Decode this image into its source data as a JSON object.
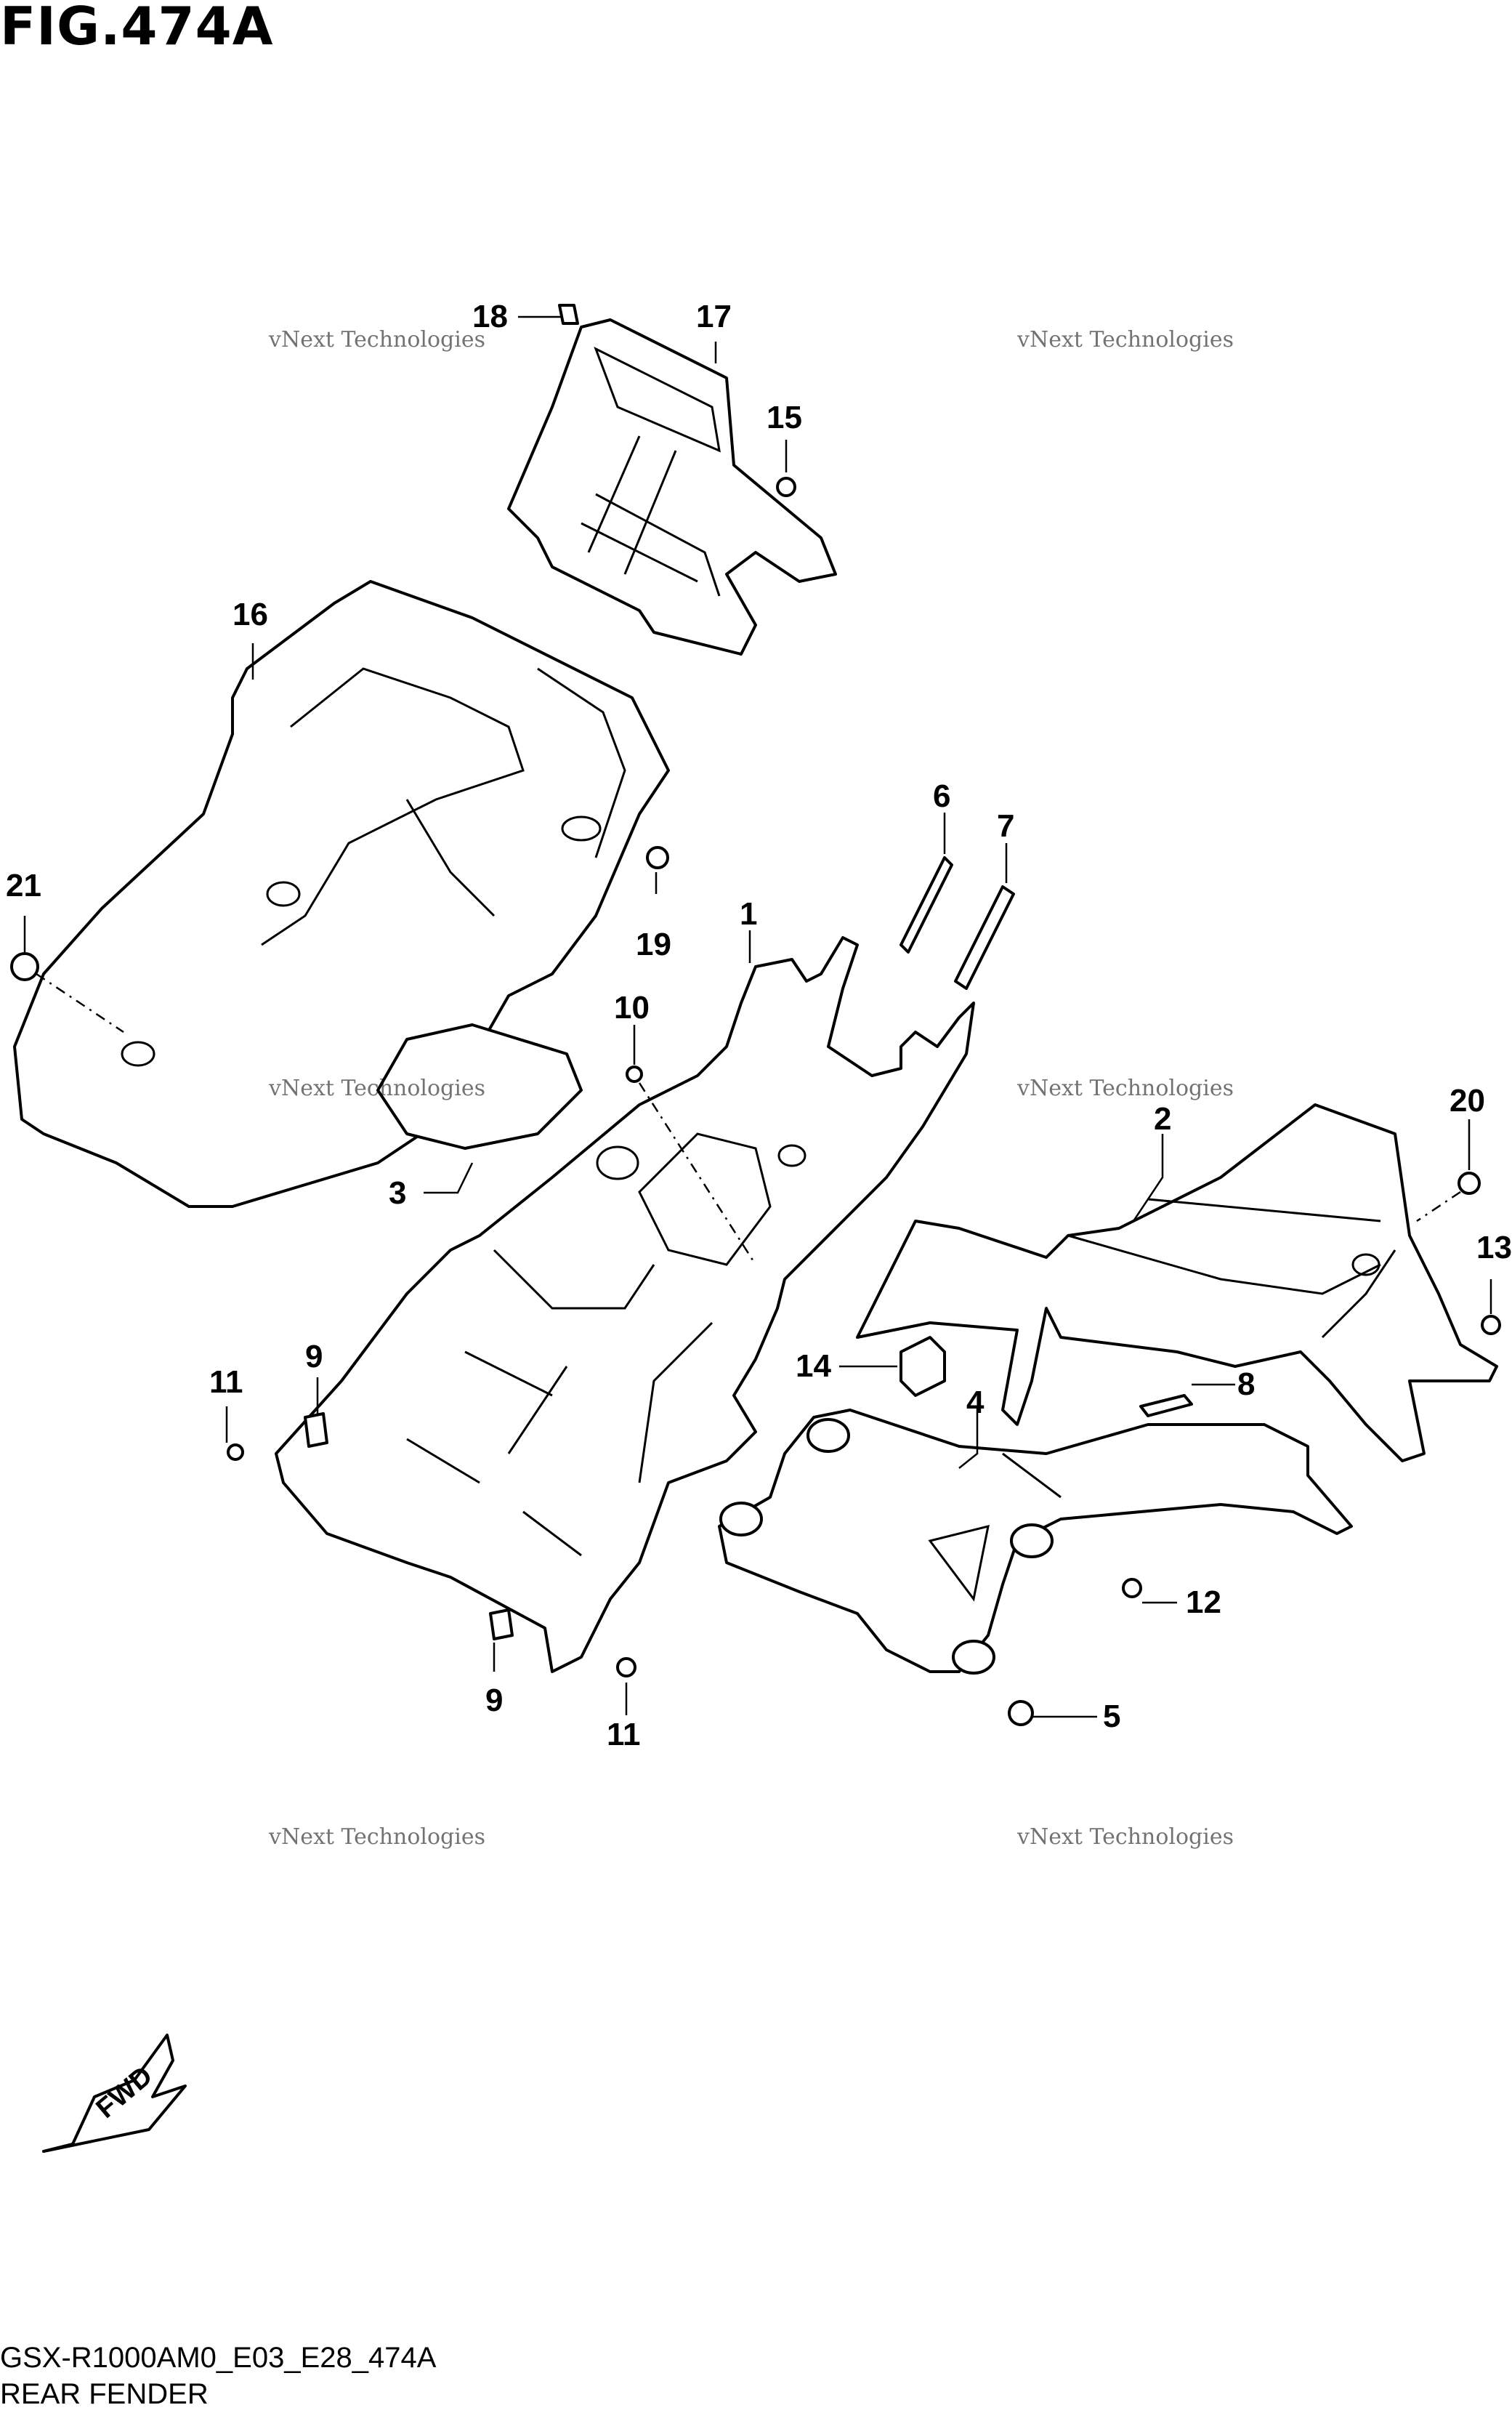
{
  "figure": {
    "title": "FIG.474A",
    "code": "GSX-R1000AM0_E03_E28_474A",
    "name": "REAR FENDER"
  },
  "fwd_badge": {
    "label": "FWD"
  },
  "watermark": {
    "text": "vNext Technologies"
  },
  "callouts": {
    "c1": "1",
    "c2": "2",
    "c3": "3",
    "c4": "4",
    "c5": "5",
    "c6": "6",
    "c7": "7",
    "c8": "8",
    "c9a": "9",
    "c9b": "9",
    "c10": "10",
    "c11a": "11",
    "c11b": "11",
    "c12": "12",
    "c13": "13",
    "c14": "14",
    "c15": "15",
    "c16": "16",
    "c17": "17",
    "c18": "18",
    "c19": "19",
    "c20": "20",
    "c21": "21"
  }
}
